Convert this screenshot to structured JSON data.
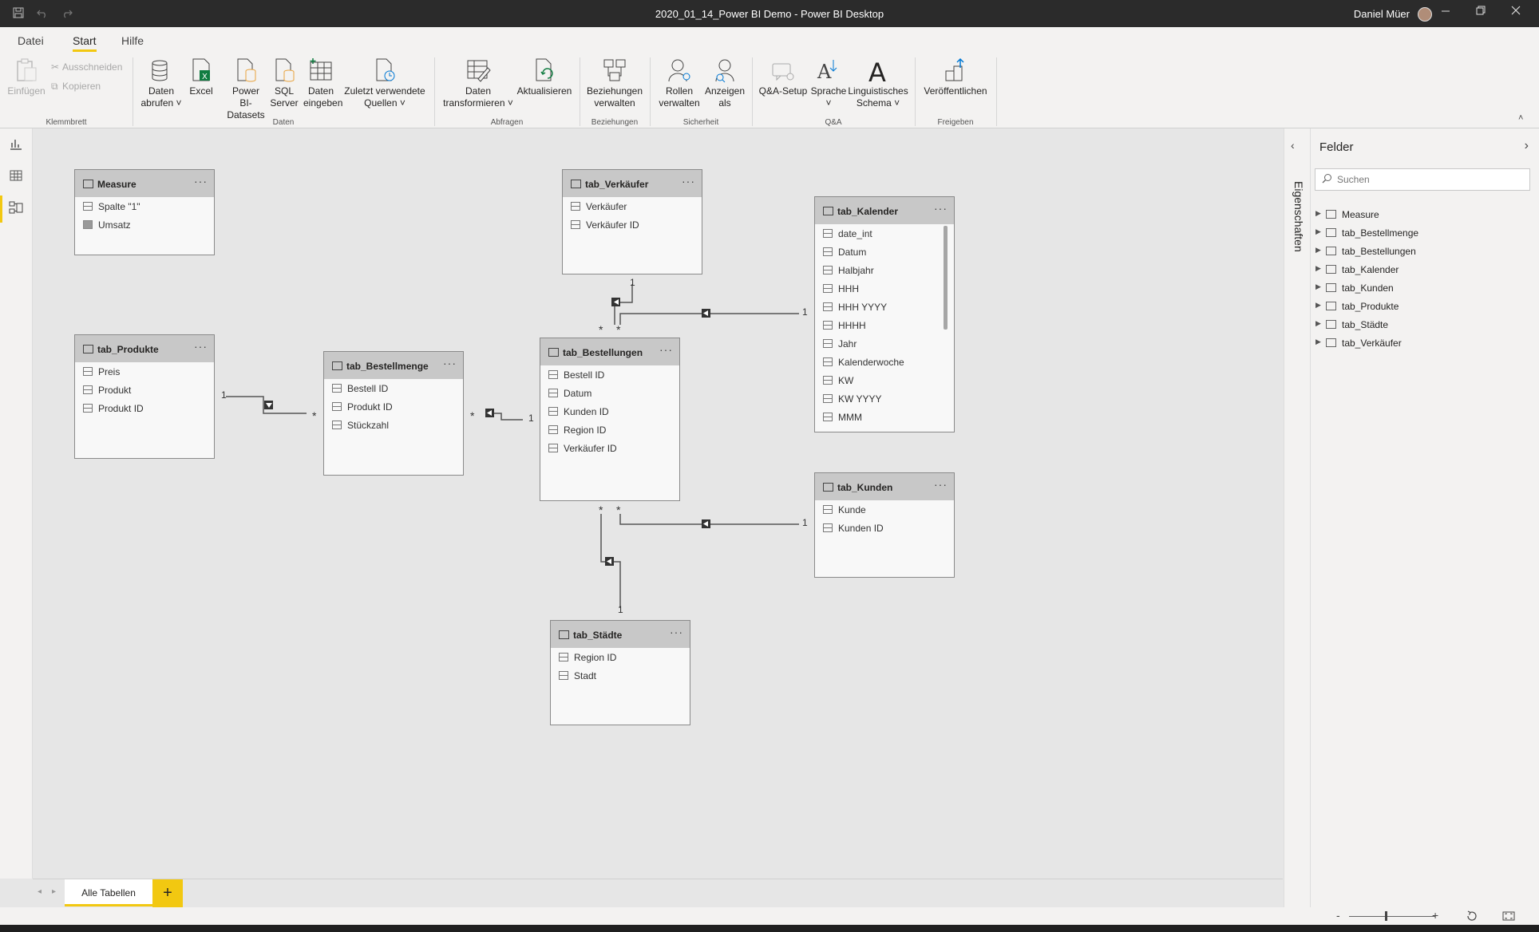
{
  "window": {
    "title": "2020_01_14_Power BI Demo - Power BI Desktop",
    "user": "Daniel Müer"
  },
  "ribbon_tabs": [
    "Datei",
    "Start",
    "Hilfe"
  ],
  "ribbon": {
    "clipboard": {
      "paste": "Einfügen",
      "cut": "Ausschneiden",
      "copy": "Kopieren",
      "group": "Klemmbrett"
    },
    "daten": {
      "get_data_1": "Daten",
      "get_data_2": "abrufen",
      "excel": "Excel",
      "powerbi_1": "Power",
      "powerbi_2": "BI-Datasets",
      "sql_1": "SQL",
      "sql_2": "Server",
      "enter_1": "Daten",
      "enter_2": "eingeben",
      "recent_1": "Zuletzt verwendete",
      "recent_2": "Quellen",
      "group": "Daten"
    },
    "abfragen": {
      "transform_1": "Daten",
      "transform_2": "transformieren",
      "refresh": "Aktualisieren",
      "group": "Abfragen"
    },
    "beziehungen": {
      "manage_1": "Beziehungen",
      "manage_2": "verwalten",
      "group": "Beziehungen"
    },
    "sicherheit": {
      "roles_1": "Rollen",
      "roles_2": "verwalten",
      "view_1": "Anzeigen",
      "view_2": "als",
      "group": "Sicherheit"
    },
    "qa": {
      "setup": "Q&A-Setup",
      "language": "Sprache",
      "ling_1": "Linguistisches",
      "ling_2": "Schema",
      "group": "Q&A"
    },
    "freigeben": {
      "publish": "Veröffentlichen",
      "group": "Freigeben"
    }
  },
  "tables": {
    "measure": {
      "name": "Measure",
      "fields": [
        "Spalte \"1\"",
        "Umsatz"
      ]
    },
    "produkte": {
      "name": "tab_Produkte",
      "fields": [
        "Preis",
        "Produkt",
        "Produkt ID"
      ]
    },
    "bestellmenge": {
      "name": "tab_Bestellmenge",
      "fields": [
        "Bestell ID",
        "Produkt ID",
        "Stückzahl"
      ]
    },
    "verkaeufer": {
      "name": "tab_Verkäufer",
      "fields": [
        "Verkäufer",
        "Verkäufer ID"
      ]
    },
    "bestellungen": {
      "name": "tab_Bestellungen",
      "fields": [
        "Bestell ID",
        "Datum",
        "Kunden ID",
        "Region ID",
        "Verkäufer ID"
      ]
    },
    "kalender": {
      "name": "tab_Kalender",
      "fields": [
        "date_int",
        "Datum",
        "Halbjahr",
        "HHH",
        "HHH YYYY",
        "HHHH",
        "Jahr",
        "Kalenderwoche",
        "KW",
        "KW YYYY",
        "MMM"
      ]
    },
    "kunden": {
      "name": "tab_Kunden",
      "fields": [
        "Kunde",
        "Kunden ID"
      ]
    },
    "staedte": {
      "name": "tab_Städte",
      "fields": [
        "Region ID",
        "Stadt"
      ]
    }
  },
  "relationship_labels": {
    "one": "1",
    "many": "*"
  },
  "fields_pane": {
    "side_tab": "Eigenschaften",
    "title": "Felder",
    "search_placeholder": "Suchen",
    "items": [
      "Measure",
      "tab_Bestellmenge",
      "tab_Bestellungen",
      "tab_Kalender",
      "tab_Kunden",
      "tab_Produkte",
      "tab_Städte",
      "tab_Verkäufer"
    ]
  },
  "page_tabs": {
    "all_tables": "Alle Tabellen",
    "add": "+"
  },
  "status": {
    "zoom_minus": "-",
    "zoom_plus": "+"
  },
  "colors": {
    "accent": "#f2c811",
    "table_header": "#c8c8c8",
    "canvas": "#e6e6e6"
  }
}
